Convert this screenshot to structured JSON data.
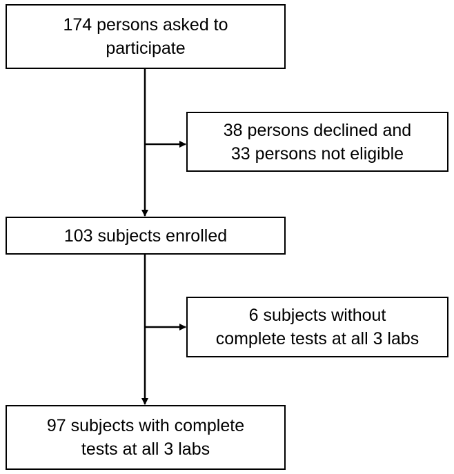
{
  "flowchart": {
    "asked": {
      "line1": "174 persons asked to",
      "line2": "participate"
    },
    "excluded_1": {
      "line1": "38 persons declined and",
      "line2": "33 persons not eligible"
    },
    "enrolled": {
      "line1": "103 subjects enrolled"
    },
    "excluded_2": {
      "line1": "6 subjects without",
      "line2": "complete tests at all 3 labs"
    },
    "final": {
      "line1": "97 subjects with complete",
      "line2": "tests at all 3 labs"
    }
  }
}
